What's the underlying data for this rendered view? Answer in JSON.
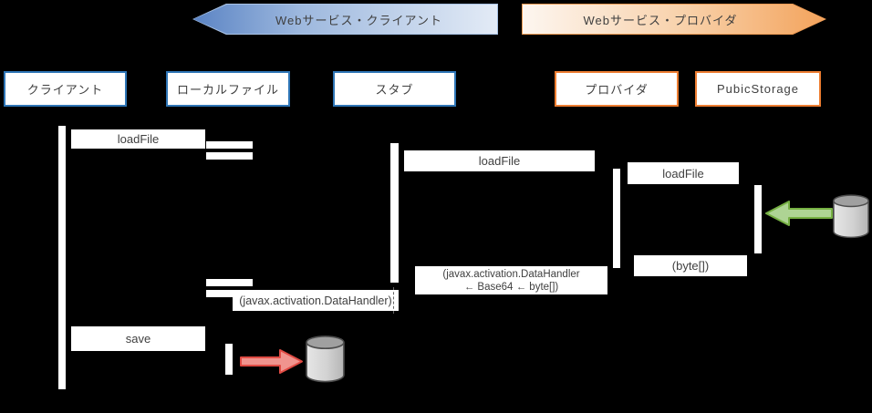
{
  "banners": {
    "client": {
      "label": "Webサービス・クライアント"
    },
    "provider": {
      "label": "Webサービス・プロバイダ"
    }
  },
  "lifelines": [
    {
      "label": "クライアント",
      "group": "client"
    },
    {
      "label": "ローカルファイル",
      "group": "client"
    },
    {
      "label": "スタブ",
      "group": "client"
    },
    {
      "label": "プロバイダ",
      "group": "provider"
    },
    {
      "label": "PubicStorage",
      "group": "provider"
    }
  ],
  "messages": {
    "loadfile_local": "loadFile",
    "loadfile_stub": "loadFile",
    "loadfile_provider": "loadFile",
    "return_bytes": "(byte[])",
    "return_datahandler_b64_line1": "(javax.activation.DataHandler",
    "return_datahandler_b64_line2": "← Base64 ← byte[])",
    "return_datahandler": "(javax.activation.DataHandler)",
    "save": "save"
  },
  "icons": {
    "read_arrow": "left-arrow-from-storage",
    "write_arrow": "right-arrow-to-storage",
    "remote_database": "database-cylinder",
    "local_database": "database-cylinder"
  },
  "colors": {
    "background": "#000000",
    "client_box_border": "#2e75b6",
    "provider_box_border": "#ed7d31",
    "banner_client_gradient_start": "#5b84c4",
    "banner_client_gradient_end": "#e3ebf6",
    "banner_provider_gradient_start": "#fdf6f0",
    "banner_provider_gradient_end": "#f3a35c",
    "read_arrow_fill": "#aed494",
    "read_arrow_stroke": "#76b043",
    "write_arrow_fill": "#f0948e",
    "write_arrow_stroke": "#e04b44",
    "cylinder_body": "#cfcfcf",
    "cylinder_top": "#a0a0a0"
  }
}
